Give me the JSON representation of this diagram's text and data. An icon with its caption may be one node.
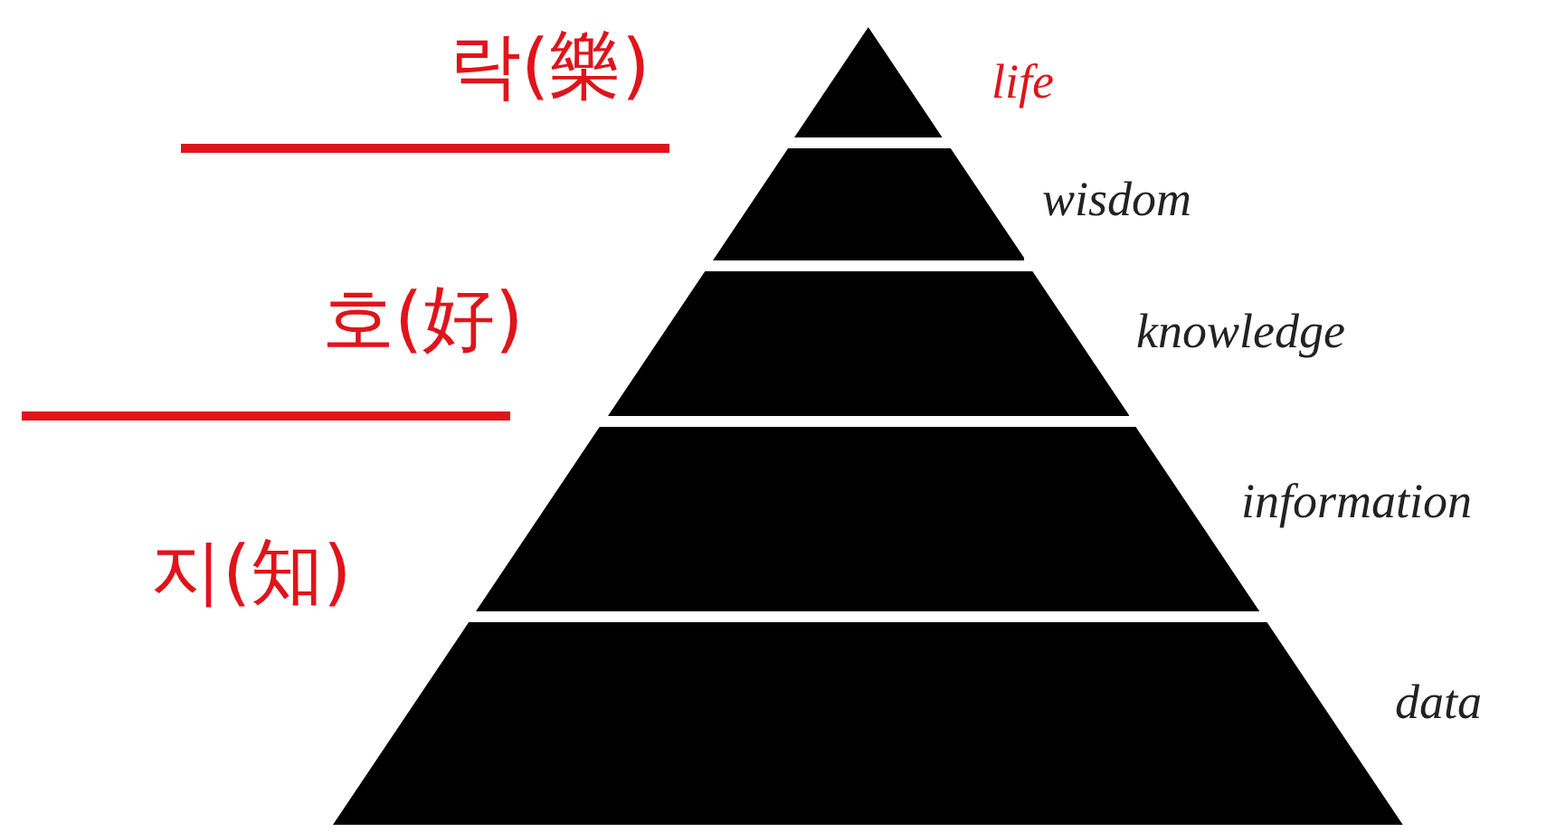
{
  "diagram": {
    "nodes": [
      {
        "text": [],
        "shape": "triangle",
        "beside": [
          "life"
        ]
      },
      {
        "text": [],
        "shape": "box",
        "beside": [
          "wisdom"
        ]
      },
      {
        "text": [],
        "shape": "box",
        "beside": [
          "knowledge"
        ]
      },
      {
        "text": [],
        "shape": "box",
        "beside": [
          "information"
        ]
      },
      {
        "text": [],
        "shape": "box",
        "beside": [
          "data"
        ]
      }
    ],
    "labels": [
      "락(樂)",
      "호(好)",
      "지(知)"
    ]
  }
}
